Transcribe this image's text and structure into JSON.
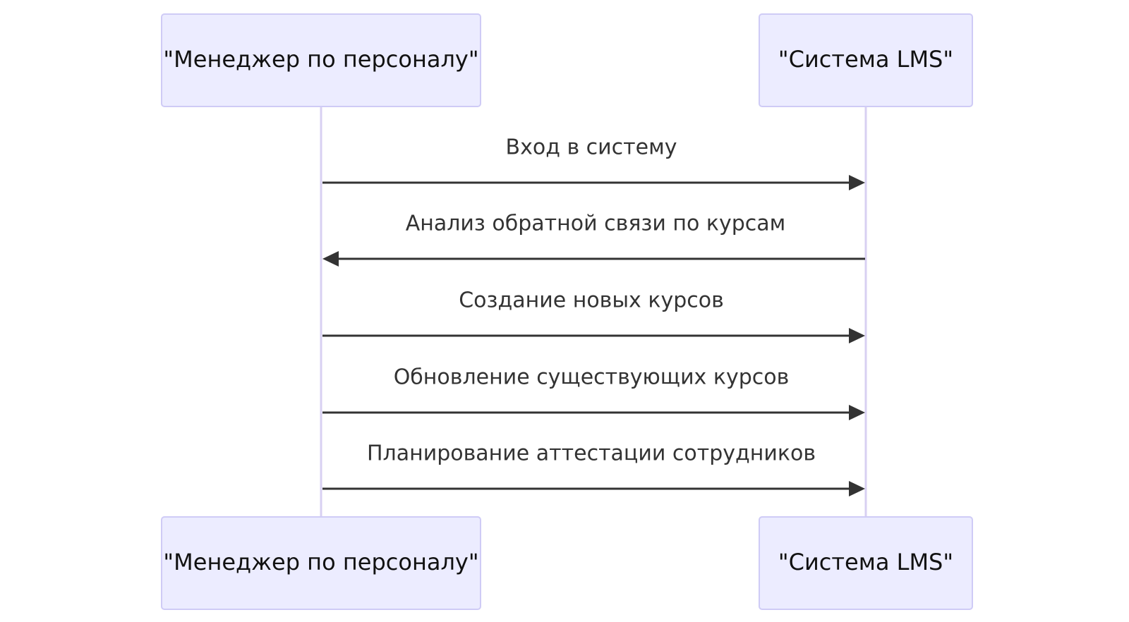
{
  "participants": [
    {
      "id": "hr",
      "label": "\"Менеджер по персоналу\""
    },
    {
      "id": "lms",
      "label": "\"Система LMS\""
    }
  ],
  "messages": [
    {
      "from": "hr",
      "to": "lms",
      "text": "Вход в систему"
    },
    {
      "from": "lms",
      "to": "hr",
      "text": "Анализ обратной связи по курсам"
    },
    {
      "from": "hr",
      "to": "lms",
      "text": "Создание новых курсов"
    },
    {
      "from": "hr",
      "to": "lms",
      "text": "Обновление существующих курсов"
    },
    {
      "from": "hr",
      "to": "lms",
      "text": "Планирование аттестации сотрудников"
    }
  ],
  "colors": {
    "actor_fill": "#ececff",
    "actor_stroke": "#cfcbf6",
    "lifeline": "#d8d0f2",
    "message": "#333333"
  }
}
